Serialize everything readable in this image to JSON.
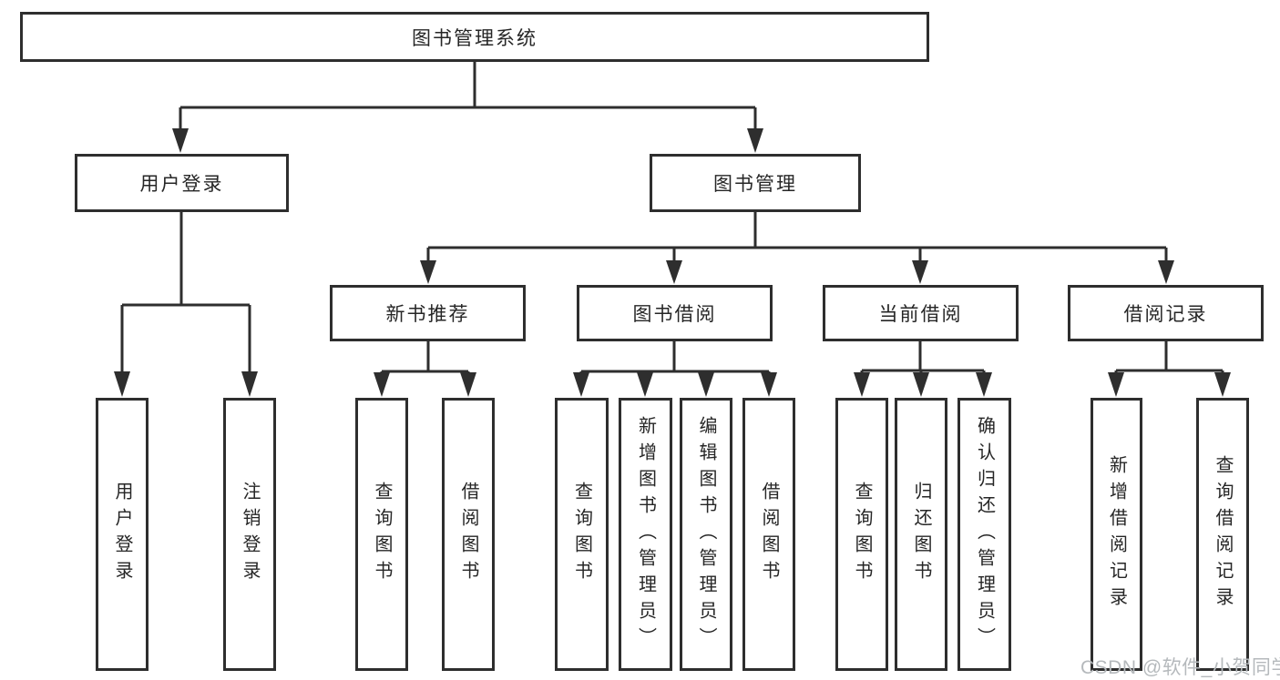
{
  "diagram_type": "hierarchy",
  "tree": {
    "label": "图书管理系统",
    "children": [
      {
        "label": "用户登录",
        "children": [
          {
            "label": "用户登录"
          },
          {
            "label": "注销登录"
          }
        ]
      },
      {
        "label": "图书管理",
        "children": [
          {
            "label": "新书推荐",
            "children": [
              {
                "label": "查询图书"
              },
              {
                "label": "借阅图书"
              }
            ]
          },
          {
            "label": "图书借阅",
            "children": [
              {
                "label": "查询图书"
              },
              {
                "label": "新增图书（管理员）"
              },
              {
                "label": "编辑图书（管理员）"
              },
              {
                "label": "借阅图书"
              }
            ]
          },
          {
            "label": "当前借阅",
            "children": [
              {
                "label": "查询图书"
              },
              {
                "label": "归还图书"
              },
              {
                "label": "确认归还（管理员）"
              }
            ]
          },
          {
            "label": "借阅记录",
            "children": [
              {
                "label": "新增借阅记录"
              },
              {
                "label": "查询借阅记录"
              }
            ]
          }
        ]
      }
    ]
  },
  "watermark": {
    "text": "CSDN @软件_小贺同学"
  },
  "colors": {
    "line": "#2e2e2e",
    "text": "#262626",
    "watermark": "#b5b9bc",
    "background": "#ffffff"
  }
}
